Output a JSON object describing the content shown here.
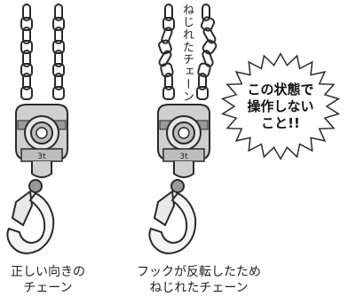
{
  "left_caption": {
    "line1": "正しい向きの",
    "line2": "チェーン"
  },
  "right_caption": {
    "line1": "フックが反転したため",
    "line2": "ねじれたチェーン"
  },
  "vertical_label": "ねじれたチェーン",
  "warning": {
    "line1": "この状態で",
    "line2": "操作しない",
    "line3": "こと!!"
  },
  "colors": {
    "line": "#2a2a2a",
    "body_fill": "#d9d9d9",
    "body_dark": "#9a9a9a",
    "hook_fill": "#f4f4f4"
  }
}
